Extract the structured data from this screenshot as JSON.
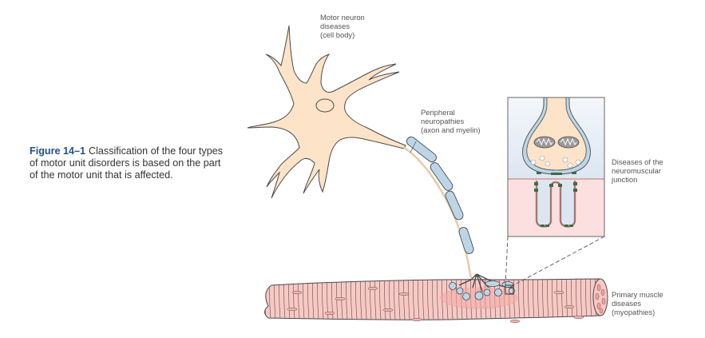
{
  "caption": {
    "figure_number": "Figure 14–1",
    "text": "Classification of the four types of motor unit disorders is based on the part of the motor unit that is affected."
  },
  "labels": {
    "motor_neuron": [
      "Motor neuron",
      "diseases",
      "(cell body)"
    ],
    "peripheral": [
      "Peripheral",
      "neuropathies",
      "(axon and myelin)"
    ],
    "nmj": [
      "Diseases of the",
      "neuromuscular",
      "junction"
    ],
    "muscle": [
      "Primary muscle",
      "diseases",
      "(myopathies)"
    ]
  },
  "colors": {
    "cell_body": "#fde3c8",
    "outline": "#4a4a4a",
    "myelin": "#bcd6e8",
    "muscle": "#f7c9c5",
    "muscle_highlight": "#f4a9a6",
    "inset_top": "#e4ecf5",
    "inset_bottom": "#fbe0df",
    "receptor": "#3e6b46",
    "caption_accent": "#1f4e8c"
  }
}
